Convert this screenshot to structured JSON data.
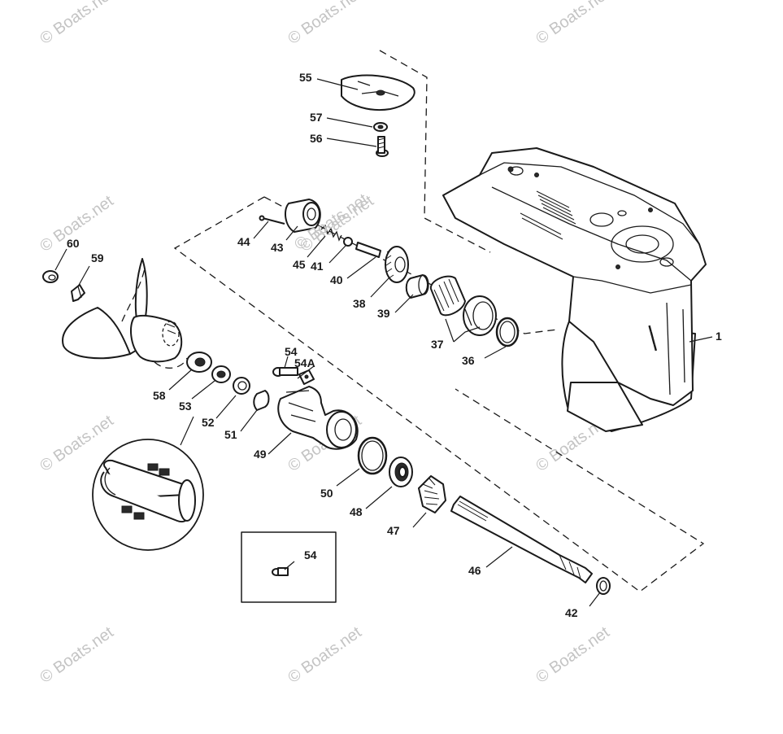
{
  "watermark": "© Boats.net",
  "callouts": {
    "c1": "1",
    "c36": "36",
    "c37": "37",
    "c38": "38",
    "c39": "39",
    "c40": "40",
    "c41": "41",
    "c42": "42",
    "c43": "43",
    "c44": "44",
    "c45": "45",
    "c46": "46",
    "c47": "47",
    "c48": "48",
    "c49": "49",
    "c50": "50",
    "c51": "51",
    "c52": "52",
    "c53": "53",
    "c54a": "54",
    "c54A": "54A",
    "c54b": "54",
    "c55": "55",
    "c56": "56",
    "c57": "57",
    "c58": "58",
    "c59": "59",
    "c60": "60"
  }
}
